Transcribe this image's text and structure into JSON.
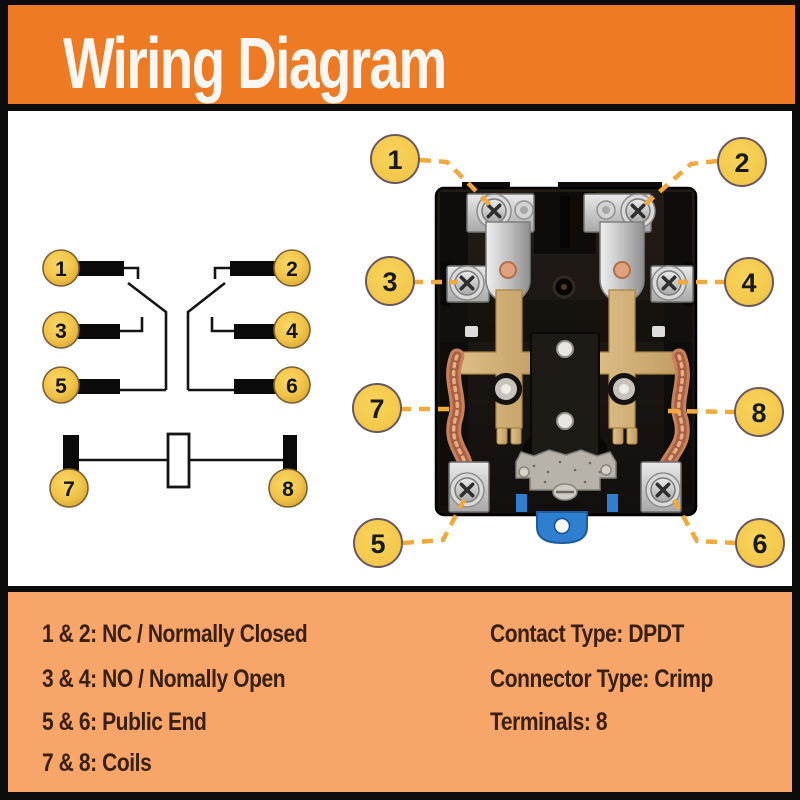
{
  "header": {
    "title": "Wiring Diagram"
  },
  "colors": {
    "header_bg": "#EE7A24",
    "legend_bg": "#F8A569",
    "legend_text": "#38200F",
    "callout_circle_fill": "#F7CE52",
    "callout_dash_line": "#F2A93B",
    "schematic_ink": "#101010",
    "frame": "#0C0C0C",
    "relay_body": "#1A1511",
    "relay_spring_tan": "#D7B67E",
    "relay_copper": "#C5825D",
    "relay_mount_blue": "#2E7FD0"
  },
  "schematic": {
    "pin_labels": [
      "1",
      "2",
      "3",
      "4",
      "5",
      "6",
      "7",
      "8"
    ]
  },
  "photo": {
    "terminal_labels": [
      "1",
      "2",
      "3",
      "4",
      "5",
      "6",
      "7",
      "8"
    ]
  },
  "legend": {
    "left_items": [
      "1 & 2: NC / Normally Closed",
      "3 & 4: NO / Nomally Open",
      "5 & 6: Public End",
      "7 & 8: Coils"
    ],
    "right_items": [
      "Contact Type: DPDT",
      "Connector Type: Crimp",
      "Terminals: 8"
    ]
  }
}
